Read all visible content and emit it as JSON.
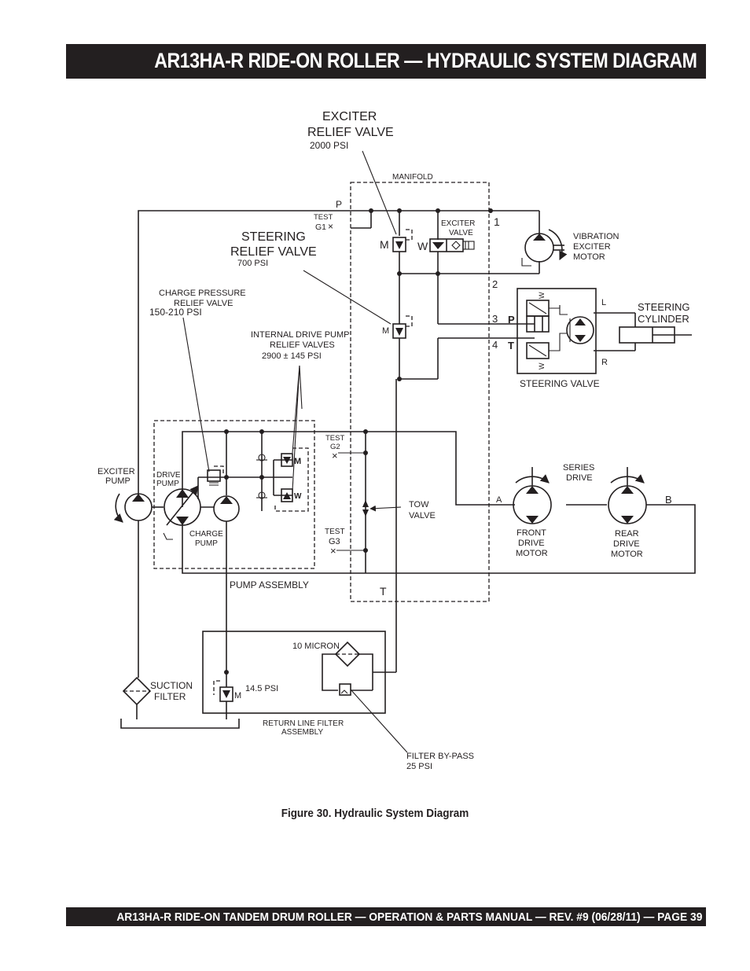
{
  "header": {
    "title": "AR13HA-R RIDE-ON ROLLER — HYDRAULIC SYSTEM DIAGRAM"
  },
  "footer": {
    "text": "AR13HA-R RIDE-ON TANDEM DRUM ROLLER — OPERATION & PARTS MANUAL — REV. #9  (06/28/11) — PAGE 39"
  },
  "figure": {
    "caption": "Figure 30. Hydraulic System Diagram"
  },
  "diagram": {
    "exciter_relief": {
      "line1": "EXCITER",
      "line2": "RELIEF VALVE",
      "psi": "2000 PSI"
    },
    "manifold": "MANIFOLD",
    "port_p": "P",
    "test_g1": {
      "line1": "TEST",
      "line2": "G1"
    },
    "m_label": "M",
    "w_label": "W",
    "exciter_valve": {
      "line1": "EXCITER",
      "line2": "VALVE"
    },
    "port_numbers": [
      "1",
      "2",
      "3",
      "4"
    ],
    "vibration_motor": {
      "line1": "VIBRATION",
      "line2": "EXCITER",
      "line3": "MOTOR"
    },
    "steering_relief": {
      "line1": "STEERING",
      "line2": "RELIEF VALVE",
      "psi": "700 PSI"
    },
    "steering_valve": {
      "label": "STEERING VALVE",
      "p": "P",
      "t": "T",
      "l": "L",
      "r": "R",
      "w": "W"
    },
    "steering_cylinder": {
      "line1": "STEERING",
      "line2": "CYLINDER"
    },
    "charge_relief": {
      "line1": "CHARGE PRESSURE",
      "line2": "RELIEF VALVE",
      "psi": "150-210 PSI"
    },
    "internal_relief": {
      "line1": "INTERNAL DRIVE PUMP",
      "line2": "RELIEF VALVES",
      "psi": "2900 ± 145 PSI"
    },
    "test_g2": {
      "line1": "TEST",
      "line2": "G2"
    },
    "test_g3": {
      "line1": "TEST",
      "line2": "G3"
    },
    "exciter_pump": {
      "line1": "EXCITER",
      "line2": "PUMP"
    },
    "drive_pump": {
      "line1": "DRIVE",
      "line2": "PUMP"
    },
    "charge_pump": {
      "line1": "CHARGE",
      "line2": "PUMP"
    },
    "tow_valve": {
      "line1": "TOW",
      "line2": "VALVE"
    },
    "series_drive": {
      "line1": "SERIES",
      "line2": "DRIVE"
    },
    "port_a": "A",
    "port_b": "B",
    "front_motor": {
      "line1": "FRONT",
      "line2": "DRIVE",
      "line3": "MOTOR"
    },
    "rear_motor": {
      "line1": "REAR",
      "line2": "DRIVE",
      "line3": "MOTOR"
    },
    "pump_assembly": "PUMP ASSEMBLY",
    "port_t": "T",
    "ten_micron": "10 MICRON",
    "psi_14_5": "14.5 PSI",
    "suction_filter": {
      "line1": "SUCTION",
      "line2": "FILTER"
    },
    "return_filter": {
      "line1": "RETURN LINE FILTER",
      "line2": "ASSEMBLY"
    },
    "filter_bypass": {
      "line1": "FILTER BY-PASS",
      "line2": "25 PSI"
    }
  }
}
